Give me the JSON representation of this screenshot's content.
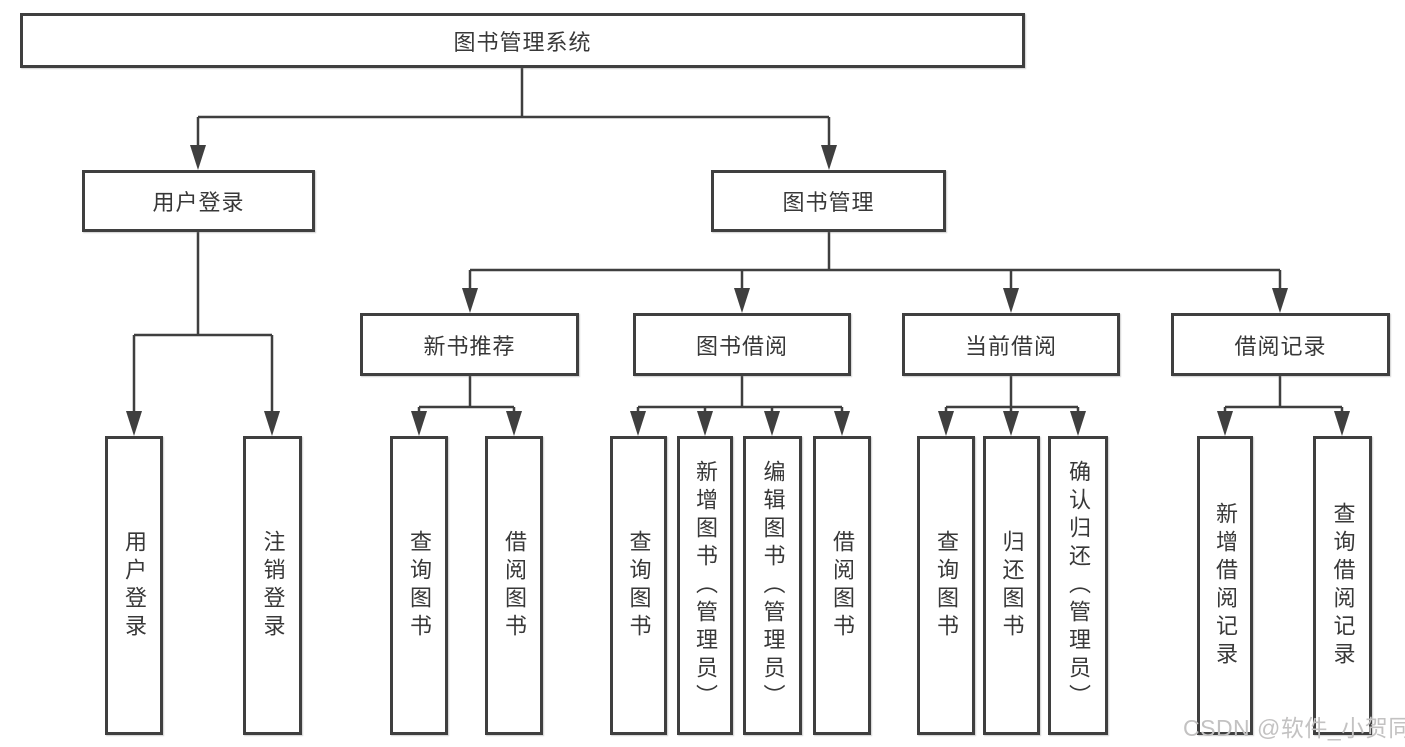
{
  "tree": {
    "root": {
      "label": "图书管理系统"
    },
    "children": [
      {
        "label": "用户登录",
        "children": [
          {
            "label": "用户登录"
          },
          {
            "label": "注销登录"
          }
        ]
      },
      {
        "label": "图书管理",
        "children": [
          {
            "label": "新书推荐",
            "children": [
              {
                "label": "查询图书"
              },
              {
                "label": "借阅图书"
              }
            ]
          },
          {
            "label": "图书借阅",
            "children": [
              {
                "label": "查询图书"
              },
              {
                "label": "新增图书（管理员）"
              },
              {
                "label": "编辑图书（管理员）"
              },
              {
                "label": "借阅图书"
              }
            ]
          },
          {
            "label": "当前借阅",
            "children": [
              {
                "label": "查询图书"
              },
              {
                "label": "归还图书"
              },
              {
                "label": "确认归还（管理员）"
              }
            ]
          },
          {
            "label": "借阅记录",
            "children": [
              {
                "label": "新增借阅记录"
              },
              {
                "label": "查询借阅记录"
              }
            ]
          }
        ]
      }
    ]
  },
  "watermark": "CSDN @软件_小贺同学",
  "colors": {
    "line": "#3f3f3f",
    "box_border": "#3f3f3f",
    "text": "#383838",
    "watermark": "#c3c2c2",
    "background": "#ffffff"
  }
}
